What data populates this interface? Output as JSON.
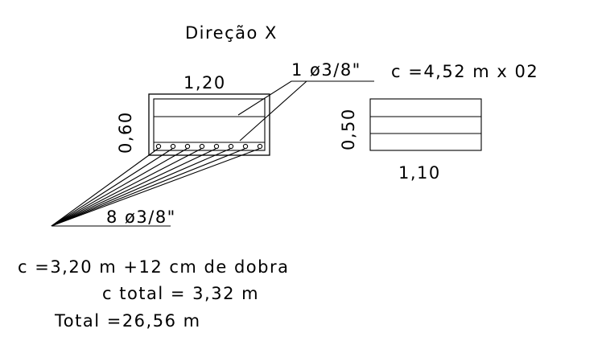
{
  "title": "Direção X",
  "section_main": {
    "width_label": "1,20",
    "height_label": "0,60"
  },
  "top_bar": {
    "label": "1  ø3/8\"",
    "length_label": "c =4,52  m  x  02"
  },
  "section_small": {
    "height_label": "0,50",
    "width_label": "1,10"
  },
  "bottom_bars": {
    "label": "8  ø3/8\"",
    "count": 8
  },
  "notes": {
    "line1": "c =3,20  m  +12  cm  de  dobra",
    "line2": "c  total  =  3,32  m",
    "line3": "Total  =26,56  m"
  }
}
